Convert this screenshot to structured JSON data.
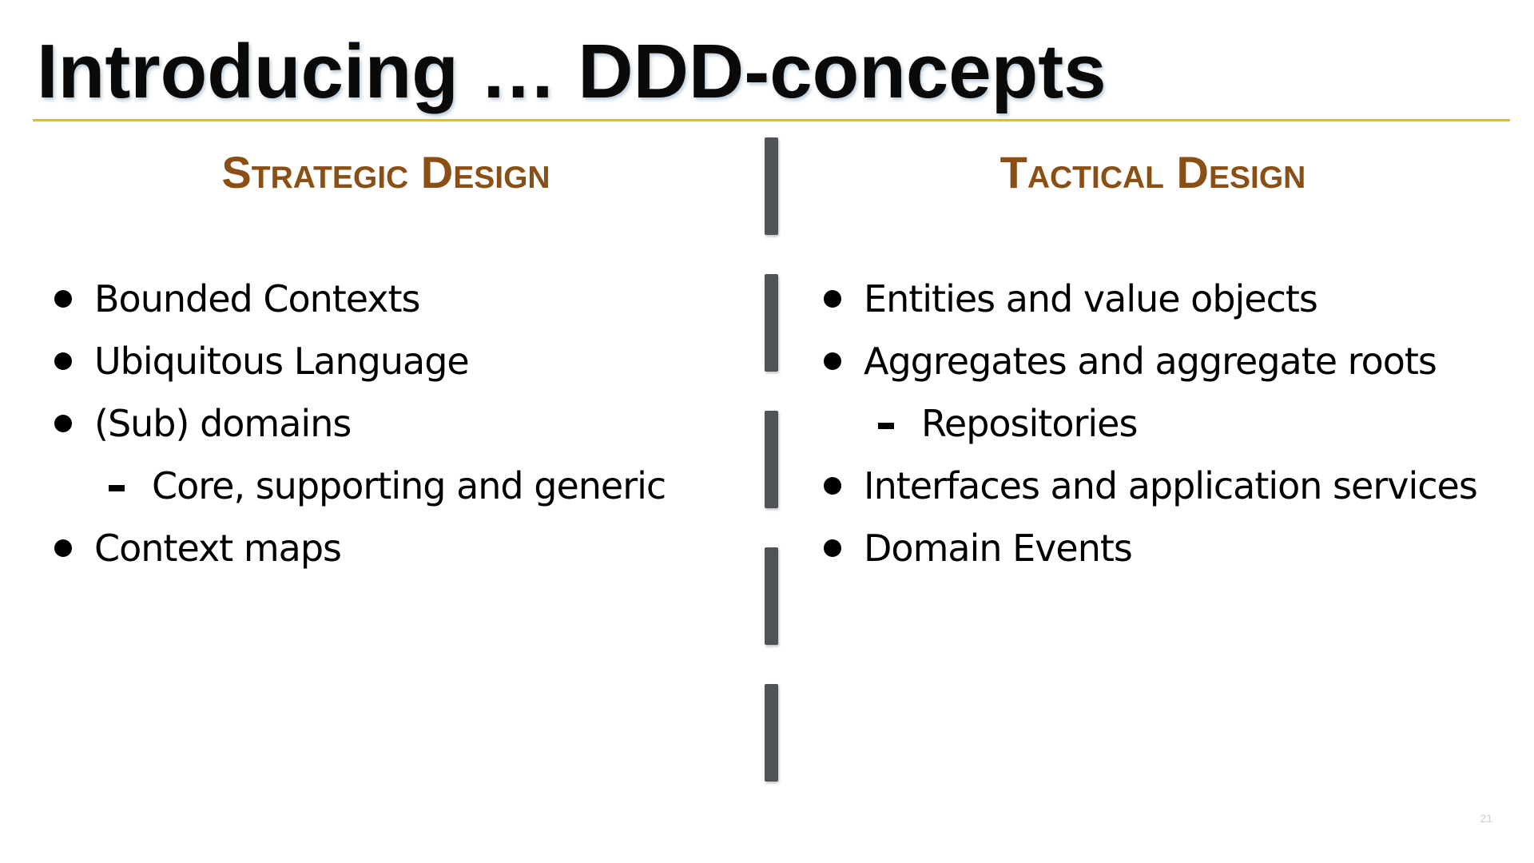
{
  "slide": {
    "title": "Introducing … DDD-concepts",
    "page_number": "21",
    "accent_color": "#e3b92e",
    "heading_color": "#8a4f14",
    "divider_color": "#4f5358"
  },
  "left": {
    "heading": "Strategic Design",
    "items": [
      {
        "text": "Bounded Contexts",
        "level": 1
      },
      {
        "text": "Ubiquitous Language",
        "level": 1
      },
      {
        "text": "(Sub) domains",
        "level": 1
      },
      {
        "text": "Core, supporting and generic",
        "level": 2
      },
      {
        "text": "Context maps",
        "level": 1
      }
    ]
  },
  "right": {
    "heading": "Tactical Design",
    "items": [
      {
        "text": "Entities and value objects",
        "level": 1
      },
      {
        "text": "Aggregates and aggregate roots",
        "level": 1
      },
      {
        "text": "Repositories",
        "level": 2
      },
      {
        "text": "Interfaces and application services",
        "level": 1
      },
      {
        "text": "Domain Events",
        "level": 1
      }
    ]
  }
}
